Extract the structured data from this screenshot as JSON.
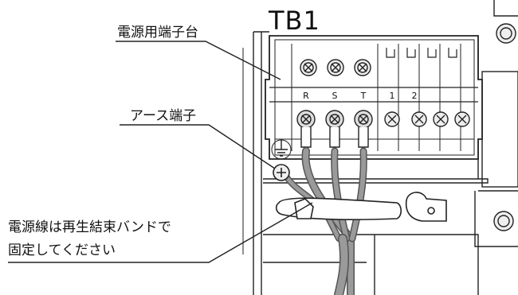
{
  "labels": {
    "terminal_block_id": "TB1",
    "power_terminal_block": "電源用端子台",
    "earth_terminal": "アース端子",
    "cable_note_line1": "電源線は再生結束バンドで",
    "cable_note_line2": "固定してください"
  },
  "terminal_labels": [
    "R",
    "S",
    "T",
    "1",
    "2"
  ],
  "colors": {
    "line": "#222222",
    "panel": "#ffffff",
    "cable": "#9a9a9a",
    "cable_dark": "#555555"
  }
}
